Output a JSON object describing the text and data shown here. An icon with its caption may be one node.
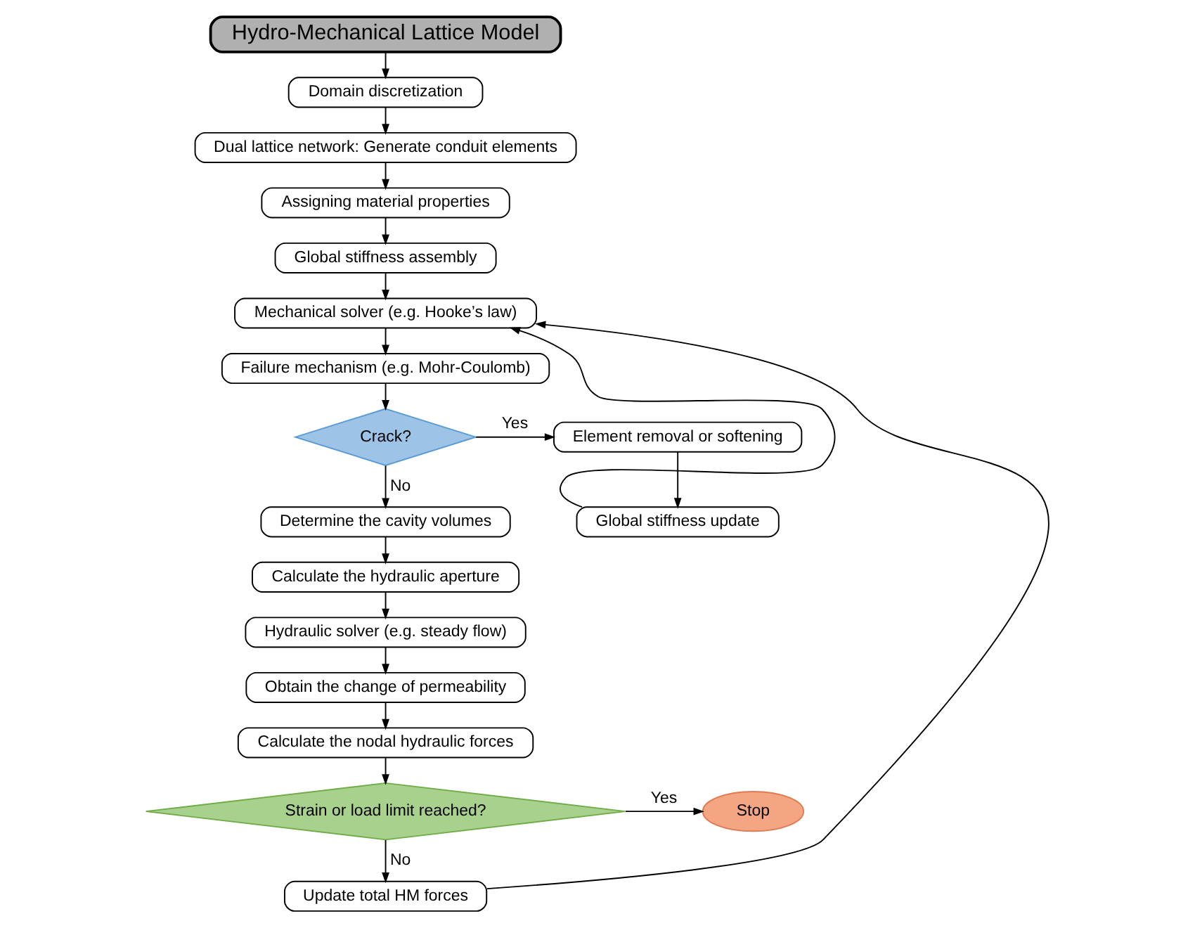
{
  "diagram": {
    "nodes": [
      {
        "text": [
          "Hydro-Mechanical Lattice Model"
        ]
      },
      {
        "text": [
          "Domain discretization"
        ]
      },
      {
        "text": [
          "Dual lattice network: Generate conduit elements"
        ]
      },
      {
        "text": [
          "Assigning material properties"
        ]
      },
      {
        "text": [
          "Global stiffness assembly"
        ]
      },
      {
        "text": [
          "Mechanical solver (e.g. Hooke’s law)"
        ]
      },
      {
        "text": [
          "Global stiffness update"
        ]
      },
      {
        "text": [
          "Failure mechanism (e.g. Mohr-Coulomb)"
        ]
      },
      {
        "text": [
          "Element removal or softening"
        ]
      },
      {
        "text": [
          "Crack?"
        ]
      },
      {
        "text": [
          "Update total HM forces"
        ]
      },
      {
        "text": [
          "Determine the cavity volumes"
        ]
      },
      {
        "text": [
          "Calculate the hydraulic aperture"
        ]
      },
      {
        "text": [
          "Hydraulic solver (e.g. steady flow)"
        ]
      },
      {
        "text": [
          "Stop"
        ]
      },
      {
        "text": [
          "Strain or load limit reached?"
        ]
      },
      {
        "text": [
          "Calculate the nodal hydraulic forces"
        ]
      },
      {
        "text": [
          "Obtain the change of permeability"
        ]
      }
    ],
    "edges": [
      {
        "from": 0,
        "to": 1,
        "arrow": "to"
      },
      {
        "from": 1,
        "to": 2,
        "arrow": "to"
      },
      {
        "from": 2,
        "to": 3,
        "arrow": "to"
      },
      {
        "from": 3,
        "to": 4,
        "arrow": "to"
      },
      {
        "from": 4,
        "to": 5,
        "arrow": "to"
      },
      {
        "from": 5,
        "to": 7,
        "arrow": "to"
      },
      {
        "from": 7,
        "to": 9,
        "arrow": "to"
      },
      {
        "from": 9,
        "to": 8,
        "label": "Yes",
        "arrow": "to"
      },
      {
        "from": 9,
        "to": 11,
        "label": "No",
        "arrow": "to"
      },
      {
        "from": 8,
        "to": 6,
        "arrow": "to"
      },
      {
        "from": 6,
        "to": 5,
        "arrow": "to"
      },
      {
        "from": 10,
        "to": 5,
        "arrow": "to"
      },
      {
        "from": 11,
        "to": 12,
        "arrow": "to"
      },
      {
        "from": 12,
        "to": 13,
        "arrow": "to"
      },
      {
        "from": 13,
        "to": 17,
        "arrow": "to"
      },
      {
        "from": 17,
        "to": 16,
        "arrow": "to"
      },
      {
        "from": 16,
        "to": 15,
        "arrow": "to"
      },
      {
        "from": 15,
        "to": 14,
        "label": "Yes",
        "arrow": "to"
      },
      {
        "from": 15,
        "to": 10,
        "label": "No",
        "arrow": "to"
      }
    ]
  }
}
